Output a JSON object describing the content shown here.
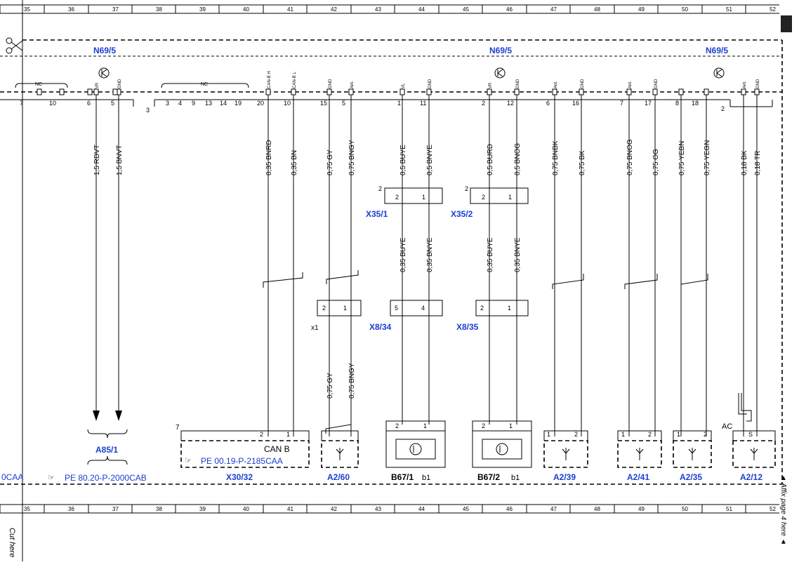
{
  "grid_numbers": [
    "35",
    "36",
    "37",
    "38",
    "39",
    "40",
    "41",
    "42",
    "43",
    "44",
    "45",
    "46",
    "47",
    "48",
    "49",
    "50",
    "51",
    "52"
  ],
  "module_labels": [
    "N69/5",
    "N69/5",
    "N69/5"
  ],
  "side_labels": {
    "left": "Cut here",
    "right": "◄ Affix page 4 here ◄"
  },
  "top_pins": {
    "nc": "NC",
    "left_nums": [
      "7",
      "10",
      "6",
      "5"
    ],
    "pin_nums": [
      "3",
      "4",
      "9",
      "13",
      "14",
      "19",
      "20",
      "10",
      "15",
      "5",
      "1",
      "11",
      "2",
      "12",
      "6",
      "16",
      "7",
      "17",
      "8",
      "18"
    ],
    "group3": "3",
    "group2": "2",
    "pin_names": [
      "VR",
      "GND",
      "CAN-B H",
      "CAN-B L",
      "GND",
      "Ant.",
      "VL",
      "GND",
      "VR",
      "GND",
      "Ant.",
      "GND",
      "Ant.",
      "GND",
      "Ant.",
      "GND"
    ]
  },
  "wires_top": [
    "1,5 RDVT",
    "1,5 BNVT",
    "0,35 BNRD",
    "0,35 BN",
    "0,75 GY",
    "0,75 BNGY",
    "0,5 BUYE",
    "0,5 BNYE",
    "0,5 BURD",
    "0,5 BNOG",
    "0,75 BNBK",
    "0,75 BK",
    "0,75 BNOG",
    "0,75 OG",
    "0,75 YEBN",
    "0,75 YEGN",
    "0,18 BK",
    "0,18 TR"
  ],
  "wires_mid": [
    "0,35 BUYE",
    "0,35 BNYE",
    "0,35 BUYE",
    "0,35 BNYE"
  ],
  "wires_bottom": [
    "0,75 GY",
    "0,75 BNGY"
  ],
  "connectors": {
    "x35_1": "X35/1",
    "x35_2": "X35/2",
    "x8_34": "X8/34",
    "x8_35": "X8/35",
    "x1": "x1",
    "num2a": "2",
    "num2b": "2",
    "pins": [
      "2",
      "1",
      "2",
      "1",
      "2",
      "1",
      "5",
      "4",
      "2",
      "1"
    ]
  },
  "bottom": {
    "a85": "A85/1",
    "x30": "X30/32",
    "canb": "CAN B",
    "ref1": "PE 00.19-P-2185CAA",
    "ref2": "PE 80.20-P-2000CAB",
    "ref_prefix": "0CAA",
    "num7": "7",
    "ac": "AC",
    "comps": [
      "A2/60",
      "B67/1",
      "B67/2",
      "A2/39",
      "A2/41",
      "A2/35",
      "A2/12"
    ],
    "b1a": "b1",
    "b1b": "b1",
    "pins": [
      "2",
      "1",
      "2",
      "1",
      "2",
      "1",
      "1",
      "2",
      "1",
      "2",
      "1",
      "2",
      "S"
    ]
  }
}
